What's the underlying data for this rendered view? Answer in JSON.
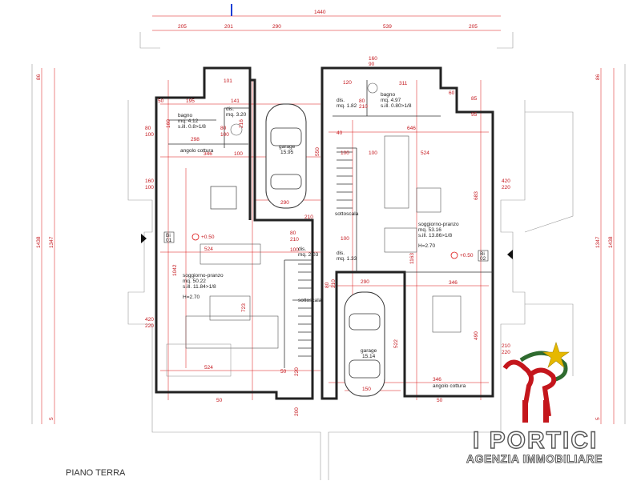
{
  "plan_title": "PIANO TERRA",
  "brand": {
    "name": "I PORTICI",
    "subtitle": "AGENZIA IMMOBILIARE",
    "colors": {
      "ribbon": "#c4161c",
      "star": "#e6b800",
      "leaves": "#2f6b2f"
    }
  },
  "top_dims": {
    "total": "1440",
    "segments": [
      "205",
      "201",
      "290",
      "539",
      "205"
    ]
  },
  "side_dims": {
    "left": [
      "86",
      "1347",
      "1438",
      "5"
    ],
    "right": [
      "86",
      "1347",
      "1438",
      "5"
    ]
  },
  "rooms_left": {
    "bagno": [
      "bagno",
      "mq. 4.12",
      "s.ill. 0.8>1/8"
    ],
    "dis_top": [
      "dis.",
      "mq. 3.20"
    ],
    "angolo": "angolo cottura",
    "garage": [
      "garage",
      "15.95"
    ],
    "soggiorno": [
      "soggiorno-pranzo",
      "mq. 50.22",
      "s.ill. 11.84>1/8",
      "H=2.70"
    ],
    "dis_mid": [
      "dis.",
      "mq. 2.03"
    ],
    "sottoscala1": "sottoscala",
    "sottoscala2": "sottoscala",
    "level": "+0.50",
    "unit": [
      "Bi",
      "01"
    ]
  },
  "rooms_right": {
    "dis_top": [
      "dis.",
      "mq. 1.82"
    ],
    "bagno": [
      "bagno",
      "mq. 4.97",
      "s.ill. 0.80>1/8"
    ],
    "soggiorno": [
      "soggiorno-pranzo",
      "mq. 53.16",
      "s.ill. 13.86>1/8",
      "H=2.70"
    ],
    "dis_mid": [
      "dis.",
      "mq. 1.33"
    ],
    "garage": [
      "garage",
      "15.14"
    ],
    "angolo": "angolo cottura",
    "level": "+0.50",
    "unit": [
      "Bi",
      "02"
    ]
  },
  "dims_left": [
    "195",
    "141",
    "101",
    "50",
    "80",
    "100",
    "160",
    "100",
    "420",
    "220",
    "346",
    "298",
    "100",
    "524",
    "1042",
    "723",
    "524",
    "50",
    "290",
    "550",
    "210",
    "80",
    "210",
    "100",
    "216",
    "80",
    "100",
    "160",
    "220",
    "50",
    "200"
  ],
  "dims_right": [
    "120",
    "311",
    "160",
    "90",
    "80",
    "210",
    "646",
    "524",
    "100",
    "683",
    "1163",
    "420",
    "220",
    "346",
    "490",
    "210",
    "220",
    "346",
    "50",
    "290",
    "522",
    "150",
    "100",
    "210",
    "80",
    "100",
    "60",
    "85",
    "95",
    "40"
  ]
}
